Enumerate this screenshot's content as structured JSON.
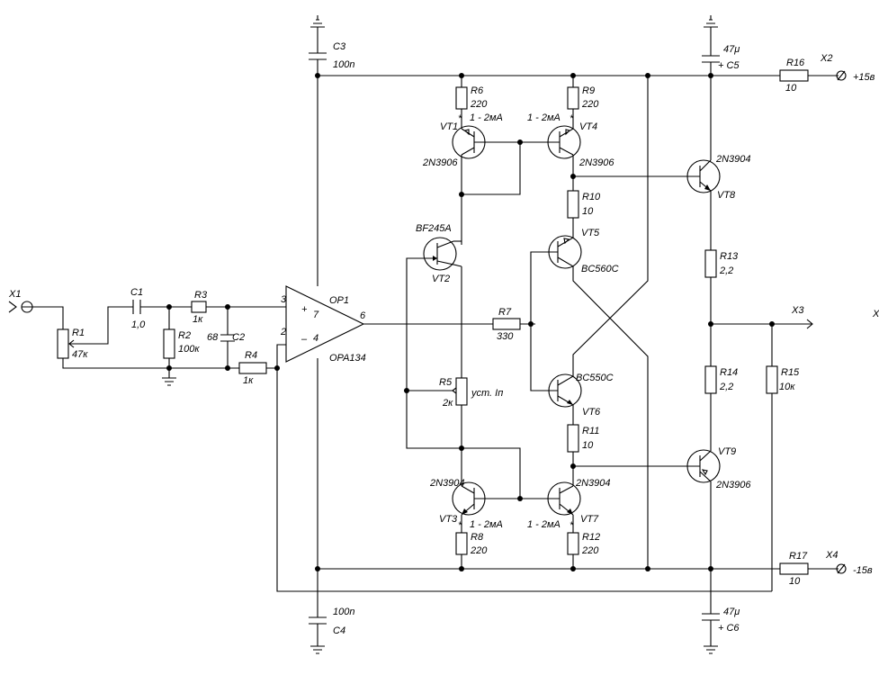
{
  "components": {
    "x1": "X1",
    "x2": "X2",
    "x3": "X3",
    "x4": "X4",
    "x3_edge": "X",
    "rail_pos": "+15в",
    "rail_neg": "-15в",
    "r1": {
      "ref": "R1",
      "val": "47к"
    },
    "r2": {
      "ref": "R2",
      "val": "100к"
    },
    "r3": {
      "ref": "R3",
      "val": "1к"
    },
    "r4": {
      "ref": "R4",
      "val": "1к"
    },
    "r5": {
      "ref": "R5",
      "val": "2к",
      "note": "уст. Iп"
    },
    "r6": {
      "ref": "R6",
      "val": "220"
    },
    "r7": {
      "ref": "R7",
      "val": "330"
    },
    "r8": {
      "ref": "R8",
      "val": "220"
    },
    "r9": {
      "ref": "R9",
      "val": "220"
    },
    "r10": {
      "ref": "R10",
      "val": "10"
    },
    "r11": {
      "ref": "R11",
      "val": "10"
    },
    "r12": {
      "ref": "R12",
      "val": "220"
    },
    "r13": {
      "ref": "R13",
      "val": "2,2"
    },
    "r14": {
      "ref": "R14",
      "val": "2,2"
    },
    "r15": {
      "ref": "R15",
      "val": "10к"
    },
    "r16": {
      "ref": "R16",
      "val": "10"
    },
    "r17": {
      "ref": "R17",
      "val": "10"
    },
    "c1": {
      "ref": "C1",
      "val": "1,0"
    },
    "c2": {
      "ref": "C2",
      "val": "68"
    },
    "c3": {
      "ref": "C3",
      "val": "100n"
    },
    "c4": {
      "ref": "C4",
      "val": "100n"
    },
    "c5": {
      "ref": "+ C5",
      "val": "47μ"
    },
    "c6": {
      "ref": "+ C6",
      "val": "47μ"
    },
    "op1": {
      "ref": "OP1",
      "part": "OPA134",
      "pin3": "3",
      "pin2": "2",
      "pin6": "6",
      "pin7": "7",
      "pin4": "4",
      "plus": "+",
      "minus": "–"
    },
    "vt1": {
      "ref": "VT1",
      "part": "2N3906"
    },
    "vt2": {
      "ref": "VT2",
      "part": "BF245A"
    },
    "vt3": {
      "ref": "VT3",
      "part": "2N3904"
    },
    "vt4": {
      "ref": "VT4",
      "part": "2N3906"
    },
    "vt5": {
      "ref": "VT5",
      "part": "BC560C"
    },
    "vt6": {
      "ref": "VT6",
      "part": "BC550C"
    },
    "vt7": {
      "ref": "VT7",
      "part": "2N3904"
    },
    "vt8": {
      "ref": "VT8",
      "part": "2N3904"
    },
    "vt9": {
      "ref": "VT9",
      "part": "2N3906"
    },
    "current": "1 - 2мА"
  }
}
